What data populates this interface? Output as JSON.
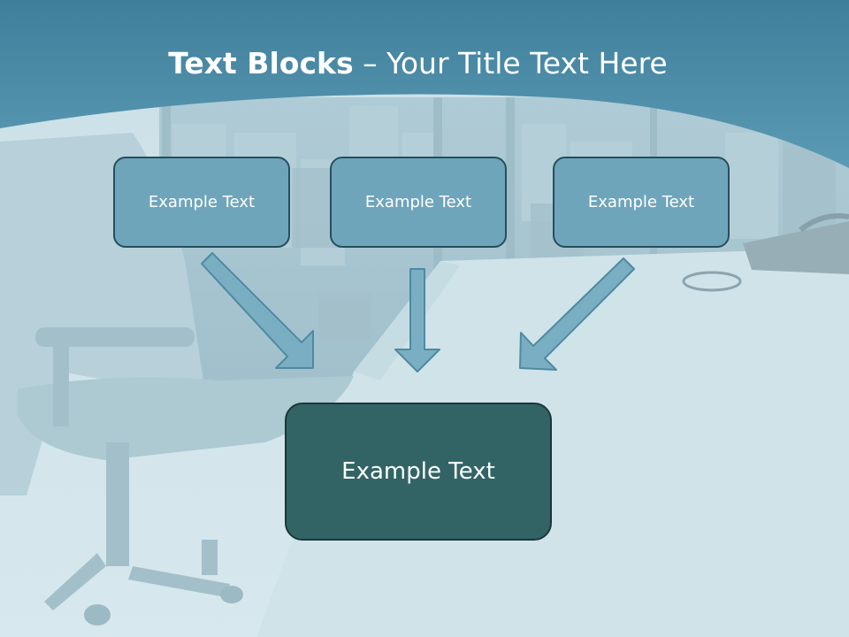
{
  "slide": {
    "title_bold": "Text Blocks",
    "title_dash": " – ",
    "title_rest": "Your Title Text Here"
  },
  "blocks": [
    {
      "label": "Example Text"
    },
    {
      "label": "Example Text"
    },
    {
      "label": "Example Text"
    }
  ],
  "target": {
    "label": "Example Text"
  },
  "colors": {
    "header_band": "#4a8ba6",
    "small_box_fill": "#6ea5bb",
    "small_box_border": "#254f5e",
    "target_fill": "#326466",
    "arrow_fill": "#7aaec2"
  }
}
